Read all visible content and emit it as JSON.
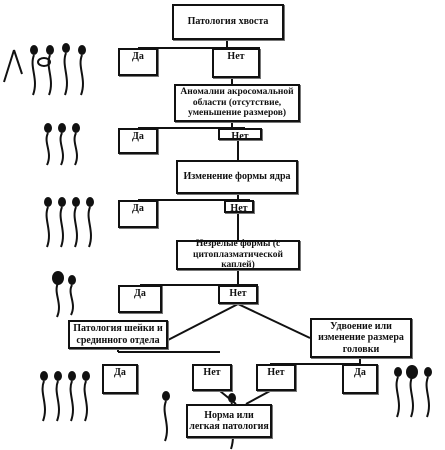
{
  "nodes": {
    "tail": "Патология хвоста",
    "tail_yes": "Да",
    "tail_no": "Нет",
    "acrosome": "Аномалии акросомальной области (отсутствие, уменьшение размеров)",
    "acrosome_yes": "Да",
    "acrosome_no": "Нет",
    "nucleus": "Изменение формы ядра",
    "nucleus_yes": "Да",
    "nucleus_no": "Нет",
    "immature": "Незрелые формы (с цитоплазматической каплей)",
    "immature_yes": "Да",
    "immature_no": "Нет",
    "neck": "Патология шейки и срединного отдела",
    "head": "Удвоение или изменение размера головки",
    "neck_yes": "Да",
    "neck_no": "Нет",
    "head_no": "Нет",
    "head_yes": "Да",
    "normal": "Норма или легкая патология"
  },
  "icons": [
    "sperm-icon"
  ]
}
